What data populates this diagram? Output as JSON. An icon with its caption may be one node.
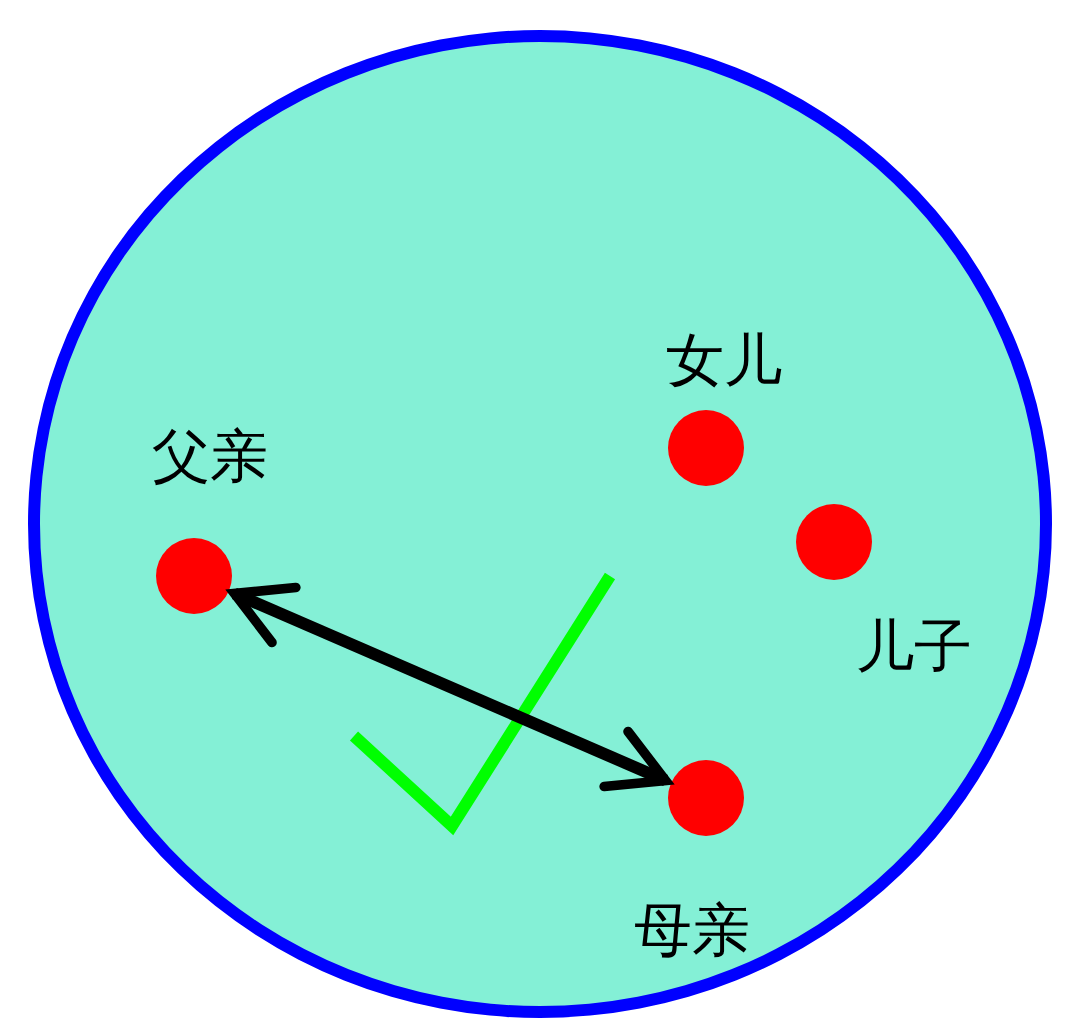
{
  "diagram": {
    "nodes": [
      {
        "text": [],
        "shape": "circle"
      },
      {
        "text": [
          "女儿"
        ],
        "in": 0
      },
      {
        "text": [
          "父亲"
        ],
        "in": 0
      },
      {
        "text": [
          "儿子"
        ],
        "in": 0
      },
      {
        "text": [
          "母亲"
        ],
        "in": 0
      }
    ],
    "edges": [
      {
        "from": 2,
        "to": 4,
        "arrow": "both"
      }
    ]
  }
}
